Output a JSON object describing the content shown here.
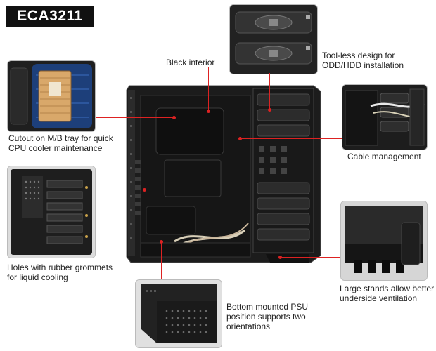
{
  "model": "ECA3211",
  "features": {
    "black_interior": "Black interior",
    "toolless_1": "Tool-less design for",
    "toolless_2": "ODD/HDD installation",
    "cutout_1": "Cutout on M/B tray for quick",
    "cutout_2": "CPU cooler maintenance",
    "cable": "Cable management",
    "holes_1": "Holes with rubber grommets",
    "holes_2": "for liquid cooling",
    "stands_1": "Large stands allow better",
    "stands_2": "underside ventilation",
    "psu_1": "Bottom mounted PSU",
    "psu_2": "position supports two",
    "psu_3": "orientations"
  },
  "colors": {
    "accent": "#dd2222",
    "label_bg": "#111111"
  }
}
